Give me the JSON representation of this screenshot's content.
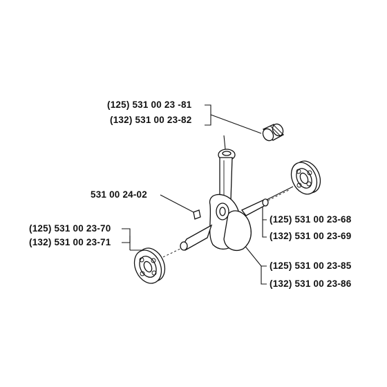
{
  "labels": {
    "small_end_bearing_125": "(125) 531 00 23 -81",
    "small_end_bearing_132": "(132) 531 00 23-82",
    "key": "531 00 24-02",
    "left_bearing_125": "(125) 531 00 23-70",
    "left_bearing_132": "(132) 531 00 23-71",
    "right_bearing_125": "(125) 531 00 23-68",
    "right_bearing_132": "(132) 531 00 23-69",
    "crankshaft_125": "(125) 531 00 23-85",
    "crankshaft_132": "(132) 531 00 23-86"
  }
}
